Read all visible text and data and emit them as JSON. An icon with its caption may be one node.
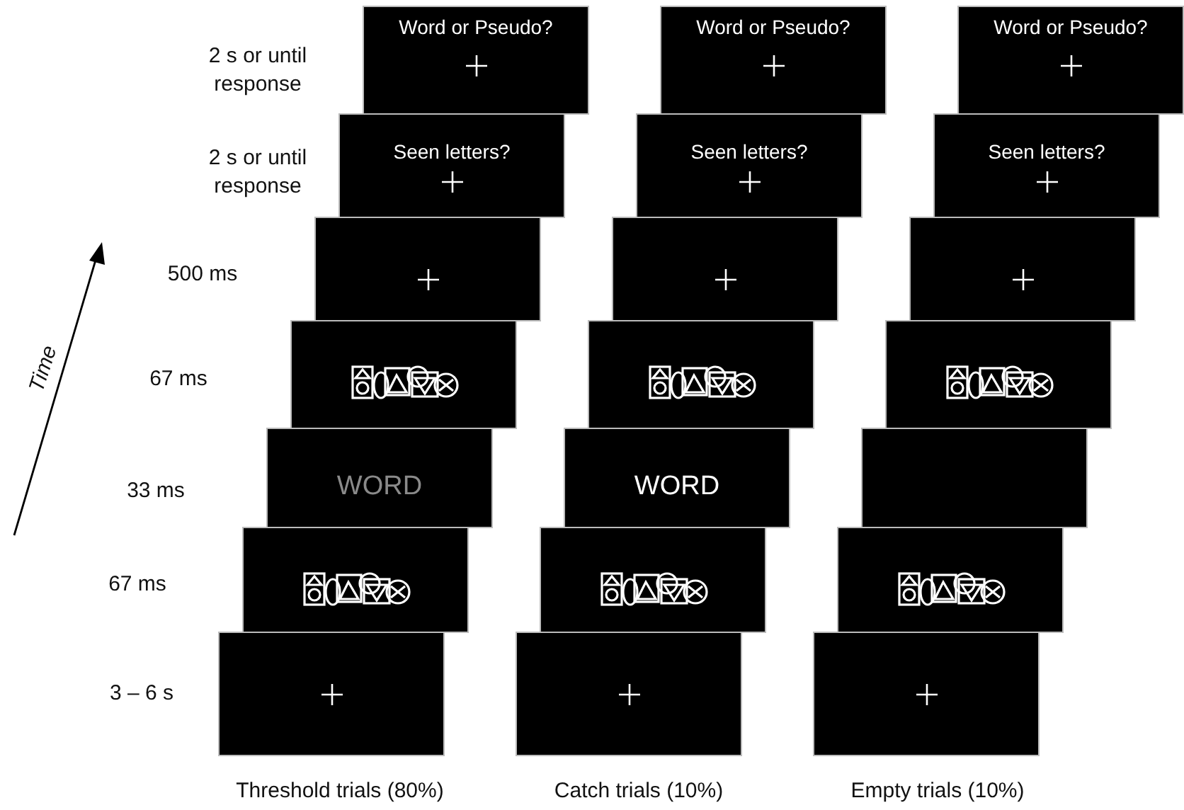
{
  "diagram": {
    "nodes": [
      {
        "text": [
          "Word or Pseudo?"
        ]
      },
      {
        "text": [
          "Word or Pseudo?"
        ]
      },
      {
        "text": [
          "Word or Pseudo?"
        ]
      },
      {
        "text": [
          "Seen letters?"
        ]
      },
      {
        "text": [
          "Seen letters?"
        ]
      },
      {
        "text": [
          "Seen letters?"
        ]
      },
      {
        "text": [],
        "shape": "box"
      },
      {
        "text": [],
        "shape": "box"
      },
      {
        "text": [],
        "shape": "box"
      },
      {
        "text": [],
        "shape": "box"
      },
      {
        "text": [],
        "shape": "box"
      },
      {
        "text": [],
        "shape": "box"
      },
      {
        "text": [
          "WORD"
        ]
      },
      {
        "text": [
          "WORD"
        ]
      },
      {
        "text": [],
        "shape": "box"
      },
      {
        "text": [],
        "shape": "box"
      },
      {
        "text": [],
        "shape": "box"
      },
      {
        "text": [],
        "shape": "box"
      },
      {
        "text": [],
        "shape": "box"
      },
      {
        "text": [],
        "shape": "box"
      },
      {
        "text": [],
        "shape": "box"
      }
    ],
    "labels": [
      "2 s or until response",
      "2 s or until response",
      "500 ms",
      "67 ms",
      "33 ms",
      "67 ms",
      "3 – 6 s",
      "Time",
      "Threshold trials (80%)",
      "Catch trials (10%)",
      "Empty trials (10%)"
    ]
  }
}
